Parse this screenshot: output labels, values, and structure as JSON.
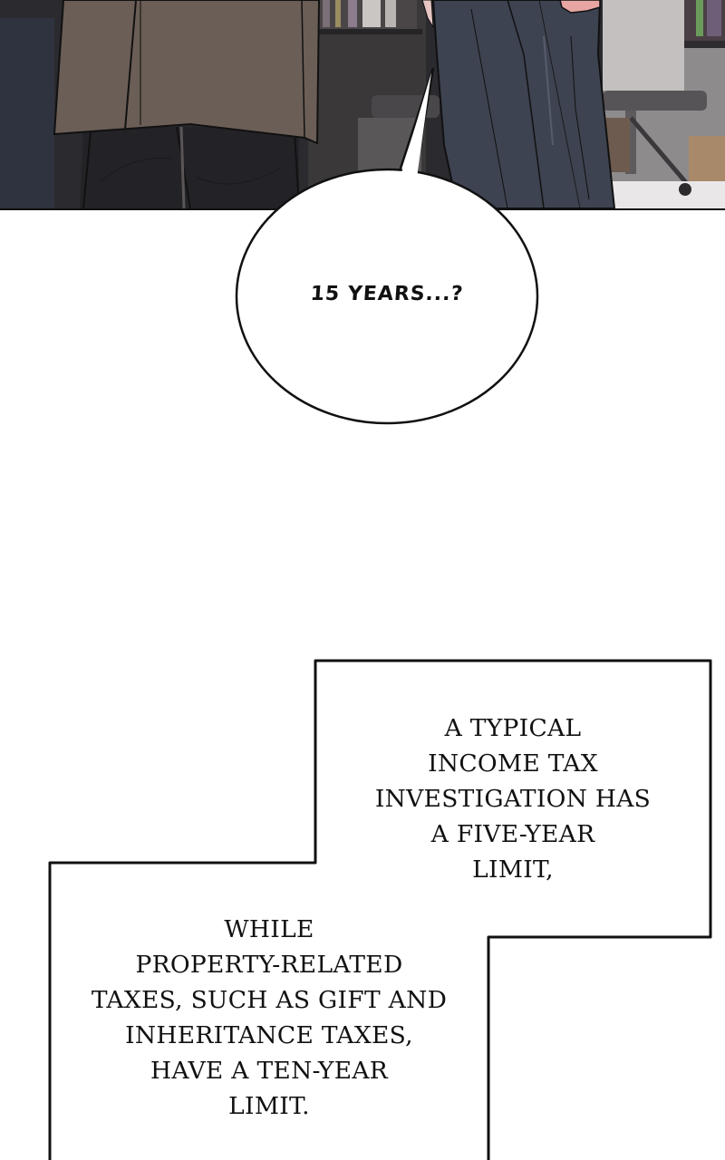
{
  "panel": {
    "description": "Comic panel: lower bodies of two figures in an office — left figure in a brown trench coat and dark trousers, right figure with long dark grey hair; bookshelves, desk chair and a box blurred in the background",
    "colors": {
      "coat": "#6b5e57",
      "trousers": "#232227",
      "hair": "#3d4350",
      "background_dark": "#2a2a2f",
      "background_light": "#8c8a8c",
      "floor": "#e6e4e6",
      "line": "#111111"
    }
  },
  "speech_bubble": {
    "text": "15 YEARS...?"
  },
  "captions": [
    {
      "lines": [
        "A TYPICAL",
        "INCOME TAX",
        "INVESTIGATION HAS",
        "A FIVE-YEAR",
        "LIMIT,"
      ]
    },
    {
      "lines": [
        "WHILE",
        "PROPERTY-RELATED",
        "TAXES, SUCH AS GIFT AND",
        "INHERITANCE TAXES,",
        "HAVE A TEN-YEAR",
        "LIMIT."
      ]
    }
  ]
}
